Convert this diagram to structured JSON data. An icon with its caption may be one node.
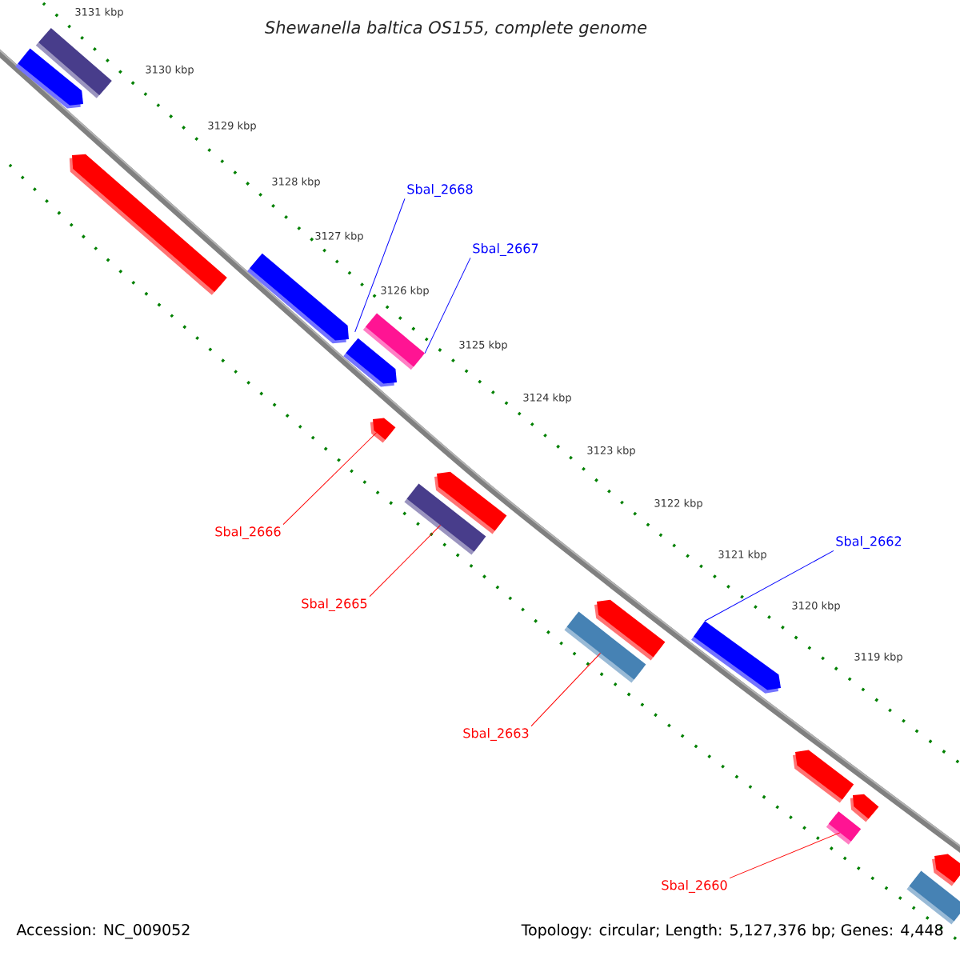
{
  "diagram": {
    "title": "Shewanella baltica OS155, complete genome",
    "nodes": [
      {
        "text": [
          "Sbal_2668"
        ]
      },
      {
        "text": [
          "Sbal_2667"
        ]
      },
      {
        "text": [
          "Sbal_2666"
        ]
      },
      {
        "text": [
          "Sbal_2665"
        ]
      },
      {
        "text": [
          "Sbal_2663"
        ]
      },
      {
        "text": [
          "Sbal_2662"
        ]
      },
      {
        "text": [
          "Sbal_2660"
        ]
      },
      {
        "text": [],
        "shape": "box"
      },
      {
        "text": [],
        "shape": "bar"
      },
      {
        "text": [],
        "shape": "bar"
      },
      {
        "text": [],
        "shape": "bar"
      },
      {
        "text": [],
        "shape": "box"
      },
      {
        "text": [],
        "shape": "bar"
      },
      {
        "text": [],
        "shape": "bar"
      },
      {
        "text": [],
        "shape": "bar"
      },
      {
        "text": [],
        "shape": "bar"
      },
      {
        "text": [],
        "shape": "box"
      },
      {
        "text": [],
        "shape": "bar"
      },
      {
        "text": [],
        "shape": "box"
      },
      {
        "text": [],
        "shape": "bar"
      },
      {
        "text": [],
        "shape": "bar"
      },
      {
        "text": [],
        "shape": "box"
      },
      {
        "text": [],
        "shape": "bar"
      },
      {
        "text": [],
        "shape": "box"
      }
    ],
    "edges": [
      {
        "from": 0,
        "to": 9,
        "arrow": "none",
        "color": "#0000ff"
      },
      {
        "from": 1,
        "to": 11,
        "arrow": "none",
        "color": "#0000ff"
      },
      {
        "from": 2,
        "to": 14,
        "arrow": "none"
      },
      {
        "from": 3,
        "to": 16,
        "arrow": "none"
      },
      {
        "from": 4,
        "to": 18,
        "arrow": "none"
      },
      {
        "from": 5,
        "to": 12,
        "arrow": "none",
        "color": "#0000ff"
      },
      {
        "from": 6,
        "to": 21,
        "arrow": "none"
      }
    ],
    "labels": [
      "3131 kbp",
      "3130 kbp",
      "3129 kbp",
      "3128 kbp",
      "3127 kbp",
      "3126 kbp",
      "3125 kbp",
      "3124 kbp",
      "3123 kbp",
      "3122 kbp",
      "3121 kbp",
      "3120 kbp",
      "3119 kbp",
      "Accession: NC_009052",
      "Topology: circular; Length: 5,127,376 bp; Genes: 4,448"
    ]
  }
}
